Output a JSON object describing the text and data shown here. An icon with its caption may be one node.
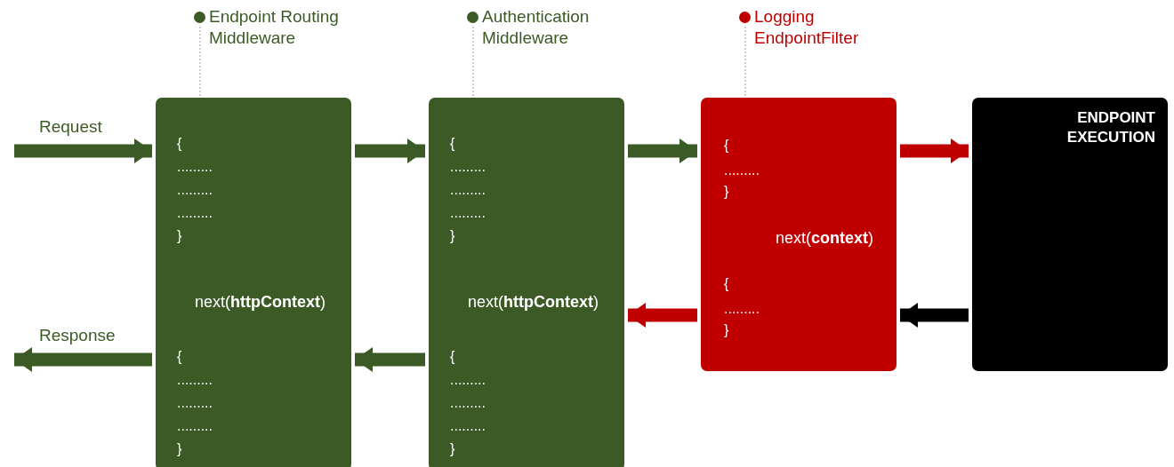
{
  "diagram": {
    "nodes": [
      {
        "text": [
          "Endpoint Routing Middleware",
          "{",
          ".........",
          ".........",
          ".........",
          "}",
          "next(**httpContext**)",
          "{",
          ".........",
          ".........",
          ".........",
          "}"
        ]
      },
      {
        "text": [
          "Authentication Middleware",
          "{",
          ".........",
          ".........",
          ".........",
          "}",
          "next(**httpContext**)",
          "{",
          ".........",
          ".........",
          ".........",
          "}"
        ]
      },
      {
        "text": [
          "Logging EndpointFilter",
          "{",
          ".........",
          "}",
          "next(**context**)",
          "{",
          ".........",
          "}"
        ]
      },
      {
        "text": [
          "ENDPOINT EXECUTION"
        ]
      }
    ],
    "edges": [
      {
        "from": null,
        "to": 0,
        "arrow": "to",
        "label": "Request"
      },
      {
        "from": 0,
        "to": 1,
        "arrow": "to"
      },
      {
        "from": 1,
        "to": 2,
        "arrow": "to"
      },
      {
        "from": 2,
        "to": 3,
        "arrow": "to",
        "color": "#c00000"
      },
      {
        "from": 3,
        "to": 2,
        "arrow": "to",
        "color": "#000000"
      },
      {
        "from": 2,
        "to": 1,
        "arrow": "to",
        "color": "#c00000"
      },
      {
        "from": 1,
        "to": 0,
        "arrow": "to"
      },
      {
        "from": 0,
        "to": null,
        "arrow": "to",
        "label": "Response"
      }
    ]
  }
}
